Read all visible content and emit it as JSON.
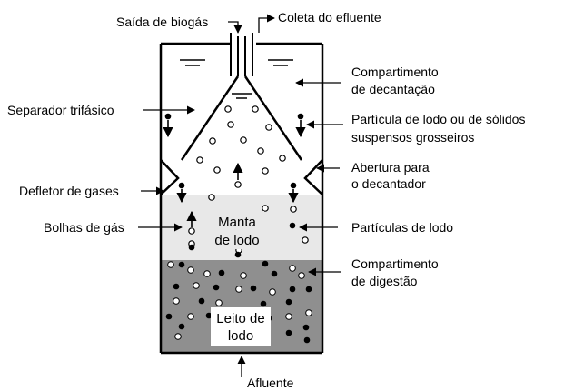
{
  "labels": {
    "biogas_outlet": "Saída de biogás",
    "effluent_collection": "Coleta do efluente",
    "settling_compartment_1": "Compartimento",
    "settling_compartment_2": "de decantação",
    "three_phase_separator": "Separador trifásico",
    "sludge_particle_1": "Partícula de lodo ou de sólidos",
    "sludge_particle_2": "suspensos grosseiros",
    "gas_deflector": "Defletor de gases",
    "settler_opening_1": "Abertura para",
    "settler_opening_2": "o decantador",
    "gas_bubbles": "Bolhas de gás",
    "sludge_particles": "Partículas de lodo",
    "digestion_compartment_1": "Compartimento",
    "digestion_compartment_2": "de digestão",
    "influent": "Afluente"
  },
  "zones": {
    "sludge_blanket_1": "Manta",
    "sludge_blanket_2": "de lodo",
    "sludge_bed_1": "Leito de",
    "sludge_bed_2": "lodo"
  },
  "colors": {
    "sludge_blanket": "#e8e8e8",
    "sludge_bed": "#8f8f8f",
    "outline": "#000000",
    "background": "#ffffff"
  }
}
